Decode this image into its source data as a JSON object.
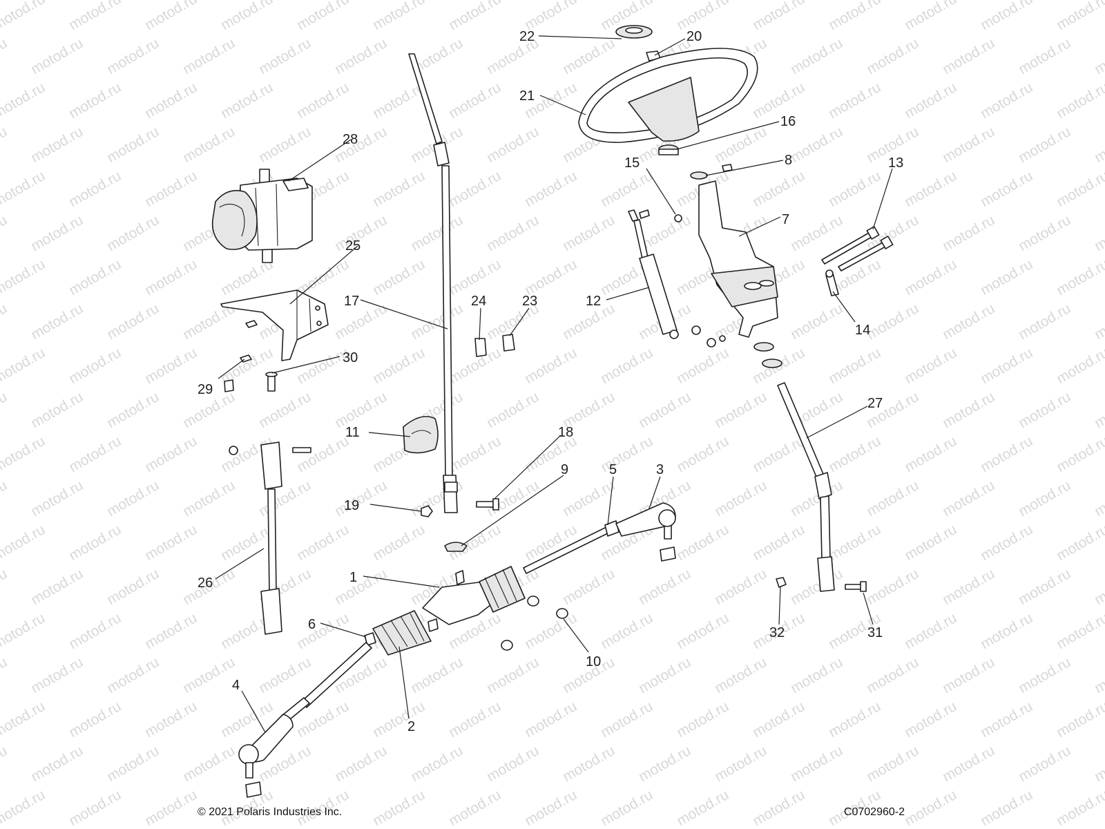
{
  "copyright": "© 2021 Polaris Industries Inc.",
  "drawing_number": "C0702960-2",
  "watermark": "motod.ru",
  "callouts": [
    {
      "id": "1",
      "label": "1"
    },
    {
      "id": "2",
      "label": "2"
    },
    {
      "id": "3",
      "label": "3"
    },
    {
      "id": "4",
      "label": "4"
    },
    {
      "id": "5",
      "label": "5"
    },
    {
      "id": "6",
      "label": "6"
    },
    {
      "id": "7",
      "label": "7"
    },
    {
      "id": "8",
      "label": "8"
    },
    {
      "id": "9",
      "label": "9"
    },
    {
      "id": "10",
      "label": "10"
    },
    {
      "id": "11",
      "label": "11"
    },
    {
      "id": "12",
      "label": "12"
    },
    {
      "id": "13",
      "label": "13"
    },
    {
      "id": "14",
      "label": "14"
    },
    {
      "id": "15",
      "label": "15"
    },
    {
      "id": "16",
      "label": "16"
    },
    {
      "id": "17",
      "label": "17"
    },
    {
      "id": "18",
      "label": "18"
    },
    {
      "id": "19",
      "label": "19"
    },
    {
      "id": "20",
      "label": "20"
    },
    {
      "id": "21",
      "label": "21"
    },
    {
      "id": "22",
      "label": "22"
    },
    {
      "id": "23",
      "label": "23"
    },
    {
      "id": "24",
      "label": "24"
    },
    {
      "id": "25",
      "label": "25"
    },
    {
      "id": "26",
      "label": "26"
    },
    {
      "id": "27",
      "label": "27"
    },
    {
      "id": "28",
      "label": "28"
    },
    {
      "id": "29",
      "label": "29"
    },
    {
      "id": "30",
      "label": "30"
    },
    {
      "id": "31",
      "label": "31"
    },
    {
      "id": "32",
      "label": "32"
    }
  ]
}
